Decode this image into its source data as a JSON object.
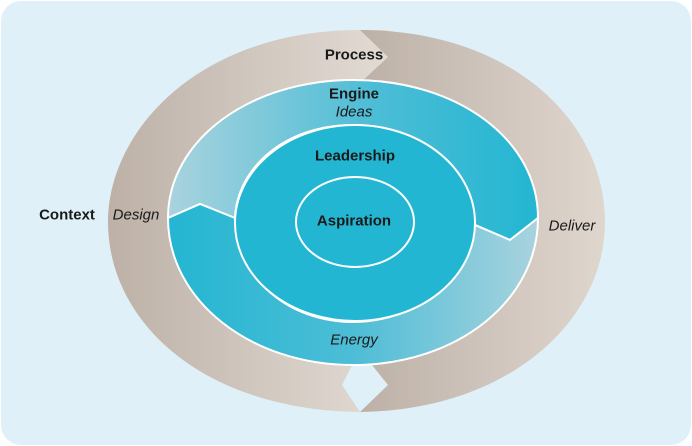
{
  "colors": {
    "panel": "#dff0f8",
    "ring_light": "#dcd3cb",
    "ring_dark": "#bdb1a7",
    "teal": "#23b6d2",
    "teal_pale": "#a9d3de",
    "outline": "#ffffff",
    "text": "#1a1a1a"
  },
  "diagram": {
    "outer": {
      "label": "Process"
    },
    "engine": {
      "label": "Engine",
      "sublabel": "Ideas"
    },
    "middle": {
      "label": "Leadership"
    },
    "center": {
      "label": "Aspiration"
    },
    "left": {
      "label": "Context",
      "sublabel": "Design"
    },
    "right": {
      "sublabel": "Deliver"
    },
    "bottom": {
      "sublabel": "Energy"
    }
  }
}
